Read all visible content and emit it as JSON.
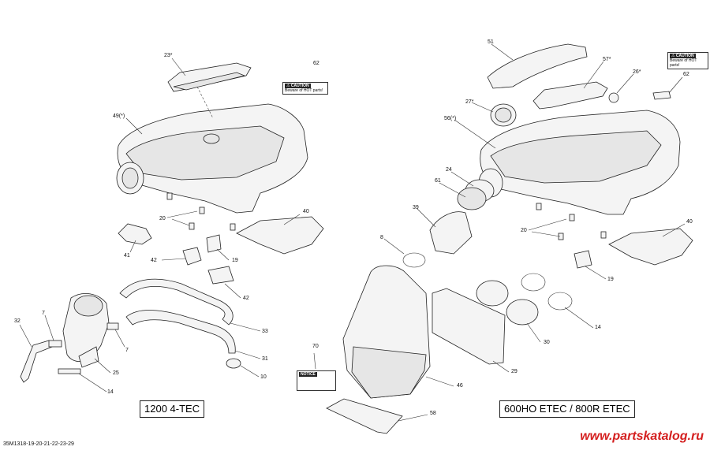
{
  "callouts": [
    {
      "id": "c23",
      "text": "23*"
    },
    {
      "id": "c62a",
      "text": "62"
    },
    {
      "id": "c49",
      "text": "49(*)"
    },
    {
      "id": "c20a",
      "text": "20"
    },
    {
      "id": "c40a",
      "text": "40"
    },
    {
      "id": "c41",
      "text": "41"
    },
    {
      "id": "c42a",
      "text": "42"
    },
    {
      "id": "c19a",
      "text": "19"
    },
    {
      "id": "c42b",
      "text": "42"
    },
    {
      "id": "c32",
      "text": "32"
    },
    {
      "id": "c7a",
      "text": "7"
    },
    {
      "id": "c7b",
      "text": "7"
    },
    {
      "id": "c33",
      "text": "33"
    },
    {
      "id": "c31",
      "text": "31"
    },
    {
      "id": "c10",
      "text": "10"
    },
    {
      "id": "c25",
      "text": "25"
    },
    {
      "id": "c14a",
      "text": "14"
    },
    {
      "id": "c51",
      "text": "51"
    },
    {
      "id": "c57",
      "text": "57*"
    },
    {
      "id": "c26",
      "text": "26*"
    },
    {
      "id": "c62b",
      "text": "62"
    },
    {
      "id": "c27",
      "text": "27*"
    },
    {
      "id": "c56",
      "text": "56(*)"
    },
    {
      "id": "c24",
      "text": "24"
    },
    {
      "id": "c61",
      "text": "61"
    },
    {
      "id": "c39",
      "text": "39"
    },
    {
      "id": "c8",
      "text": "8"
    },
    {
      "id": "c20b",
      "text": "20"
    },
    {
      "id": "c40b",
      "text": "40"
    },
    {
      "id": "c19b",
      "text": "19"
    },
    {
      "id": "c14b",
      "text": "14"
    },
    {
      "id": "c30",
      "text": "30"
    },
    {
      "id": "c29",
      "text": "29"
    },
    {
      "id": "c70",
      "text": "70"
    },
    {
      "id": "c46",
      "text": "46"
    },
    {
      "id": "c58",
      "text": "58"
    }
  ],
  "decal": {
    "header": "⚠ CAUTION",
    "line": "Beware of HOT parts!"
  },
  "notice_decal": {
    "header": "NOTICE"
  },
  "engine_labels": {
    "left": "1200 4-TEC",
    "right": "600HO ETEC / 800R ETEC"
  },
  "diagram_code": "35M1318-19-20-21-22-23-29",
  "watermark": "www.partskatalog.ru",
  "colors": {
    "line": "#222222",
    "fill": "#f4f4f4",
    "watermark": "#d42020"
  }
}
